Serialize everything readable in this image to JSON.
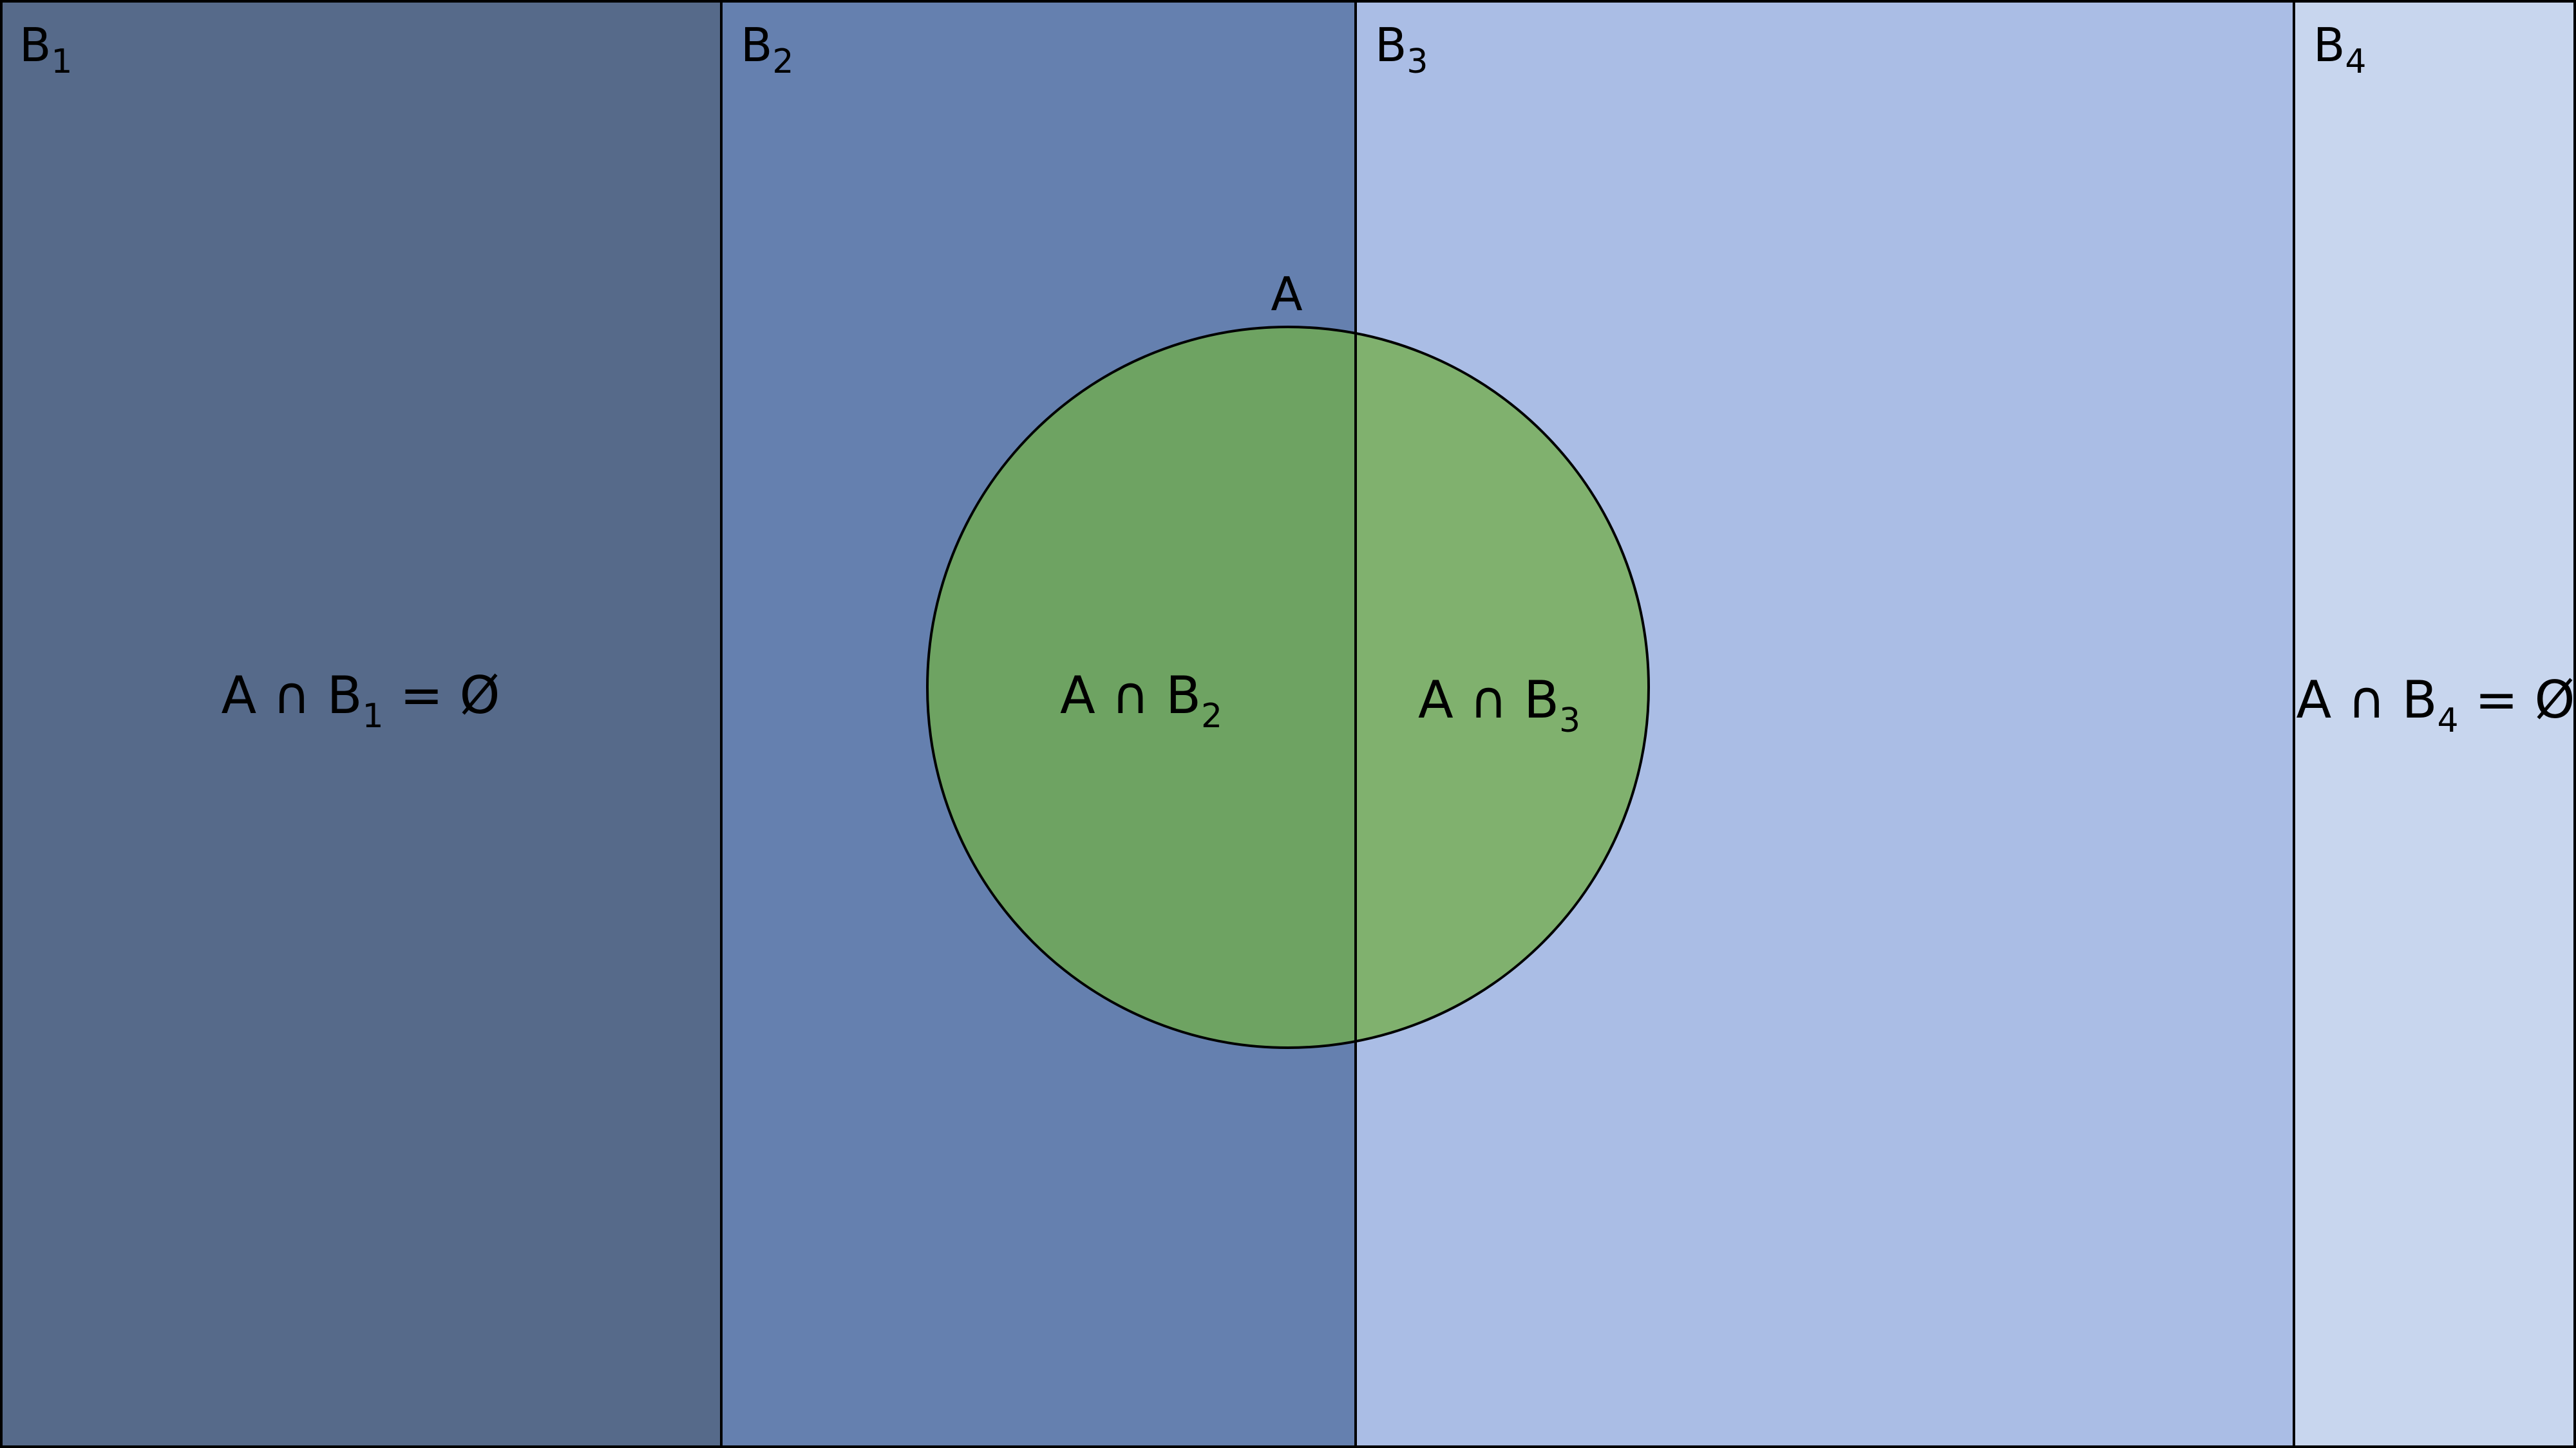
{
  "colors": {
    "b1": "#566a8a",
    "b2": "#6580af",
    "b3": "#aabde5",
    "b4": "#c8d6ee",
    "circle_left": "#6ea362",
    "circle_right": "#80b16e",
    "stroke": "#000000",
    "text": "#000000"
  },
  "sets": {
    "b1": {
      "name": "B",
      "sub": "1"
    },
    "b2": {
      "name": "B",
      "sub": "2"
    },
    "b3": {
      "name": "B",
      "sub": "3"
    },
    "b4": {
      "name": "B",
      "sub": "4"
    },
    "a": {
      "name": "A"
    }
  },
  "intersections": {
    "b1": {
      "prefix": "A ∩ B",
      "sub": "1",
      "suffix": " = Ø"
    },
    "b2": {
      "prefix": "A ∩ B",
      "sub": "2",
      "suffix": ""
    },
    "b3": {
      "prefix": "A ∩ B",
      "sub": "3",
      "suffix": ""
    },
    "b4": {
      "prefix": "A ∩ B",
      "sub": "4",
      "suffix": " = Ø"
    }
  }
}
